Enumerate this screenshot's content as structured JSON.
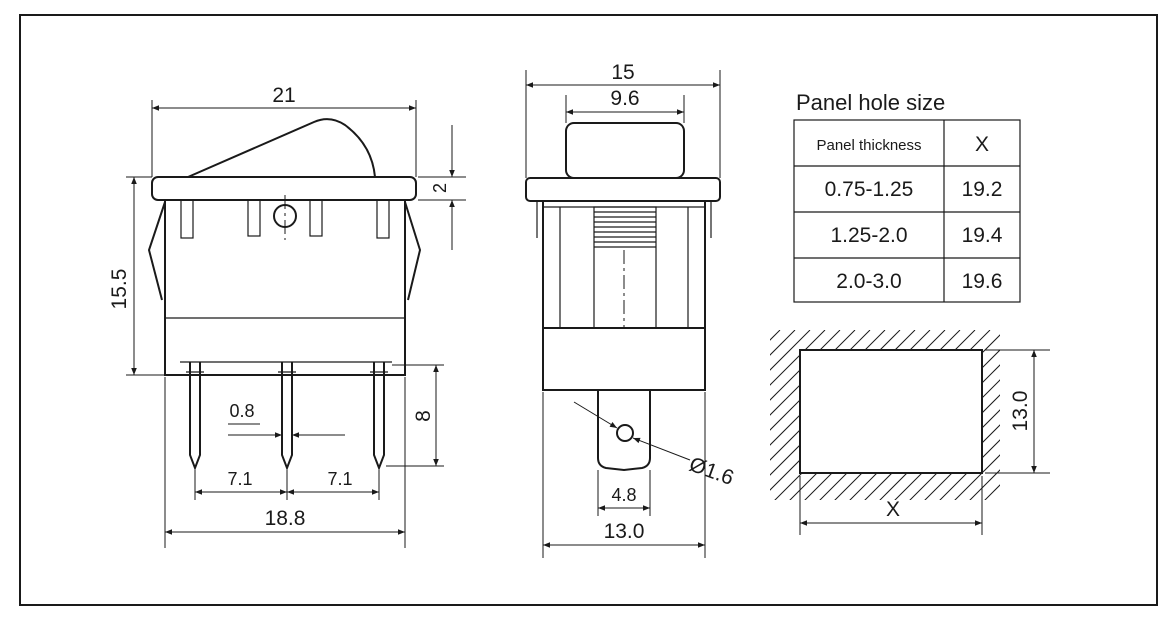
{
  "dimensions": {
    "side_width": "21",
    "side_rocker": "2",
    "side_height": "15.5",
    "side_pin": "8",
    "side_pin_width": "0.8",
    "side_pitch_left": "7.1",
    "side_pitch_right": "7.1",
    "side_total": "18.8",
    "front_outer": "15",
    "front_inner": "9.6",
    "front_terminal": "4.8",
    "front_hole": "Ø1.6",
    "front_base": "13.0",
    "hole_height": "13.0",
    "hole_width_label": "X"
  },
  "panel_table": {
    "title": "Panel hole size",
    "headers": [
      "Panel thickness",
      "X"
    ],
    "rows": [
      [
        "0.75-1.25",
        "19.2"
      ],
      [
        "1.25-2.0",
        "19.4"
      ],
      [
        "2.0-3.0",
        "19.6"
      ]
    ]
  }
}
